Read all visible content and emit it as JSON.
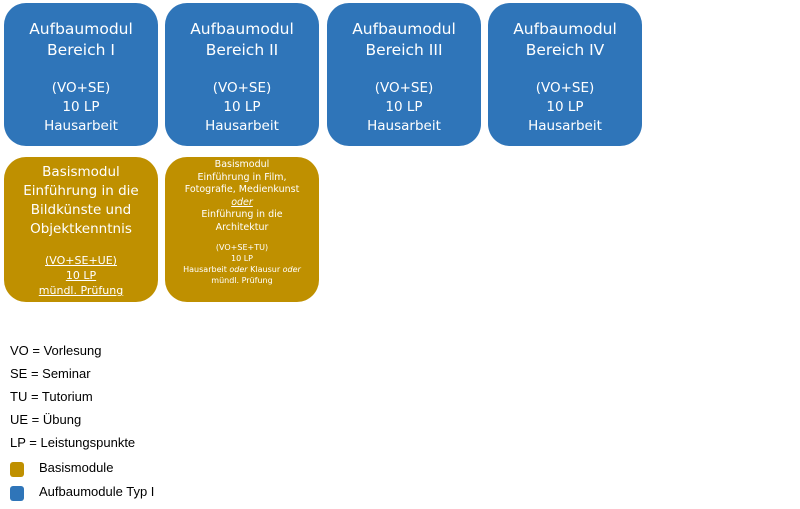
{
  "aufbau_modules": [
    {
      "title1": "Aufbaumodul",
      "title2": "Bereich I",
      "format": "(VO+SE)",
      "credits": "10 LP",
      "exam": "Hausarbeit"
    },
    {
      "title1": "Aufbaumodul",
      "title2": "Bereich II",
      "format": "(VO+SE)",
      "credits": "10 LP",
      "exam": "Hausarbeit"
    },
    {
      "title1": "Aufbaumodul",
      "title2": "Bereich III",
      "format": "(VO+SE)",
      "credits": "10 LP",
      "exam": "Hausarbeit"
    },
    {
      "title1": "Aufbaumodul",
      "title2": "Bereich IV",
      "format": "(VO+SE)",
      "credits": "10 LP",
      "exam": "Hausarbeit"
    }
  ],
  "basis_modules": [
    {
      "line1": "Basismodul",
      "line2": "Einführung in die",
      "line3": "Bildkünste und",
      "line4": "Objektkenntnis",
      "format": "(VO+SE+UE)",
      "credits": "10 LP",
      "exam": "mündl. Prüfung"
    },
    {
      "line1": "Basismodul",
      "line2": "Einführung in Film,",
      "line3": "Fotografie, Medienkunst",
      "or_word": "oder",
      "line4": "Einführung in die",
      "line5": "Architektur",
      "format": "(VO+SE+TU)",
      "credits": "10 LP",
      "exam_a": "Hausarbeit",
      "exam_or1": "oder",
      "exam_b": "Klausur",
      "exam_or2": "oder",
      "exam_c": "mündl. Prüfung"
    }
  ],
  "legend": {
    "abbreviations": [
      "VO = Vorlesung",
      "SE = Seminar",
      "TU = Tutorium",
      "UE = Übung",
      "LP = Leistungspunkte"
    ],
    "colors": [
      {
        "label": "Basismodule",
        "color": "#bf9000"
      },
      {
        "label": "Aufbaumodule Typ I",
        "color": "#2f75b9"
      }
    ]
  }
}
